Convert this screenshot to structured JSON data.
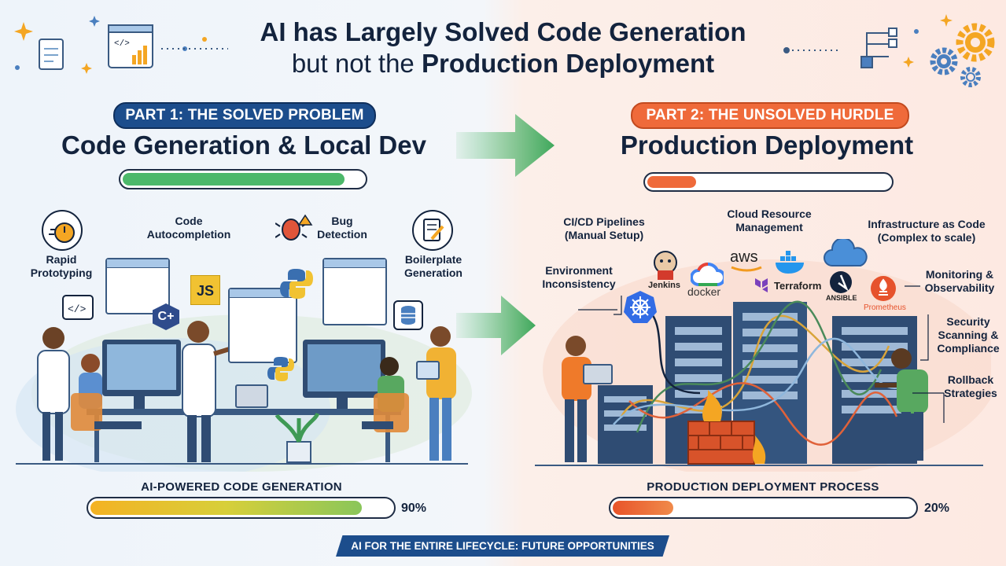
{
  "title": {
    "line1": "AI has Largely Solved Code Generation",
    "line2_prefix": "but not the",
    "line2_bold": "Production Deployment"
  },
  "left": {
    "badge": "PART 1: THE SOLVED PROBLEM",
    "heading": "Code Generation & Local Dev",
    "top_progress": 0.92,
    "features": [
      "Code Autocompletion",
      "Bug Detection",
      "Rapid Prototyping",
      "Boilerplate Generation"
    ],
    "icons": [
      "javascript-icon",
      "python-icon",
      "cpp-icon",
      "database-icon",
      "stopwatch-icon",
      "bug-icon",
      "document-edit-icon"
    ],
    "bottom_label": "AI-POWERED CODE GENERATION",
    "bottom_percent": "90%",
    "bottom_progress": 0.9,
    "js_badge": "JS",
    "cpp_badge": "C+"
  },
  "right": {
    "badge": "PART 2: THE UNSOLVED HURDLE",
    "heading": "Production Deployment",
    "top_progress": 0.2,
    "challenges": [
      "CI/CD Pipelines (Manual Setup)",
      "Cloud Resource Management",
      "Infrastructure as Code (Complex to scale)",
      "Environment Inconsistency",
      "Monitoring & Observability",
      "Security Scanning & Compliance",
      "Rollback Strategies"
    ],
    "tools": [
      "Jenkins",
      "docker",
      "aws",
      "Terraform",
      "ANSIBLE",
      "Prometheus"
    ],
    "bottom_label": "PRODUCTION DEPLOYMENT PROCESS",
    "bottom_percent": "20%",
    "bottom_progress": 0.2
  },
  "footer": "AI FOR THE ENTIRE LIFECYCLE: FUTURE OPPORTUNITIES",
  "colors": {
    "left_badge": "#1c4d8c",
    "right_badge": "#ef6a3a",
    "green": "#4cb86a",
    "orange": "#ef6a3a",
    "dark": "#13233d"
  }
}
